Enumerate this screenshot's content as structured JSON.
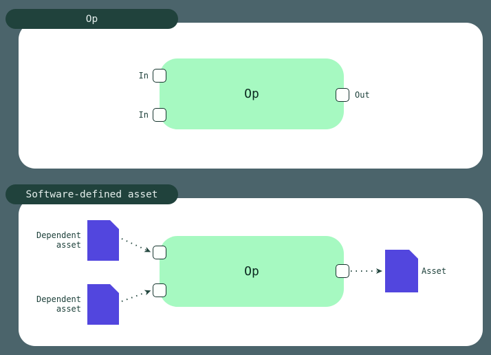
{
  "colors": {
    "background": "#4b646b",
    "pill_background": "#20423c",
    "pill_text": "#e3edeb",
    "card_background": "#ffffff",
    "op_box_fill": "#a6f9c1",
    "op_box_text": "#0c2a21",
    "port_fill": "#fdfffd",
    "port_border": "#14332c",
    "label_text": "#1d403a",
    "asset_document_fill": "#5246de",
    "arrow": "#24473f"
  },
  "sections": [
    {
      "title": "Op",
      "op": {
        "label": "Op",
        "input_labels": [
          "In",
          "In"
        ],
        "output_label": "Out"
      }
    },
    {
      "title": "Software-defined asset",
      "op": {
        "label": "Op"
      },
      "dependencies": [
        {
          "label": "Dependent\nasset"
        },
        {
          "label": "Dependent\nasset"
        }
      ],
      "output_asset": {
        "label": "Asset"
      }
    }
  ]
}
